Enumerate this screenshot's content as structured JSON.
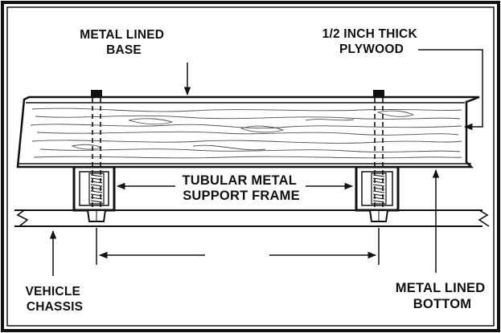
{
  "labels": {
    "metal_lined_base": [
      "METAL LINED",
      "BASE"
    ],
    "plywood": [
      "1/2 INCH THICK",
      "PLYWOOD"
    ],
    "tubular_frame": [
      "TUBULAR METAL",
      "SUPPORT FRAME"
    ],
    "vehicle_chassis": [
      "VEHICLE",
      "CHASSIS"
    ],
    "metal_lined_bottom": [
      "METAL LINED",
      "BOTTOM"
    ]
  },
  "colors": {
    "ink": "#111111",
    "paper": "#ffffff"
  }
}
